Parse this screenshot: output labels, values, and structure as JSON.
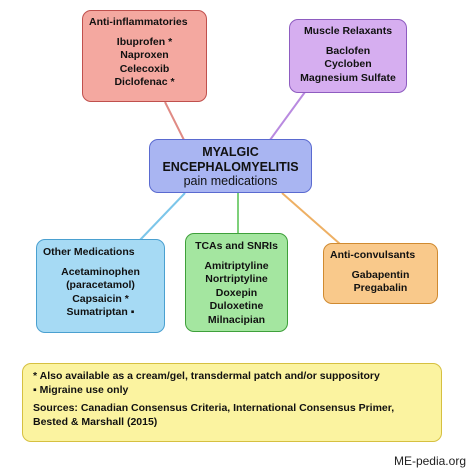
{
  "center": {
    "line1": "MYALGIC",
    "line2": "ENCEPHALOMYELITIS",
    "line3": "pain medications"
  },
  "anti_inflammatories": {
    "title": "Anti-inflammatories",
    "items": [
      "Ibuprofen *",
      "Naproxen",
      "Celecoxib",
      "Diclofenac *"
    ]
  },
  "muscle_relaxants": {
    "title": "Muscle Relaxants",
    "items": [
      "Baclofen",
      "Cycloben",
      "Magnesium Sulfate"
    ]
  },
  "other_medications": {
    "title": "Other Medications",
    "items": [
      "Acetaminophen",
      "(paracetamol)",
      "Capsaicin *",
      "Sumatriptan ▪"
    ]
  },
  "tcas_snris": {
    "title": "TCAs and SNRIs",
    "items": [
      "Amitriptyline",
      "Nortriptyline",
      "Doxepin",
      "Duloxetine",
      "Milnacipian"
    ]
  },
  "anticonvulsants": {
    "title": "Anti-convulsants",
    "items": [
      "Gabapentin",
      "Pregabalin"
    ]
  },
  "notes": {
    "note1": "* Also available as a cream/gel, transdermal patch and/or suppository",
    "note2": "▪ Migraine use only",
    "sources": "Sources: Canadian Consensus Criteria, International Consensus Primer, Bested & Marshall (2015)"
  },
  "credit": "ME-pedia.org",
  "colors": {
    "anti_inflammatories": "#f4a8a0",
    "muscle_relaxants": "#d6aef0",
    "center": "#a9b5f2",
    "other_medications": "#a6daf4",
    "tcas_snris": "#a4e6a0",
    "anticonvulsants": "#f9c98b",
    "notes": "#fbf3a0"
  }
}
